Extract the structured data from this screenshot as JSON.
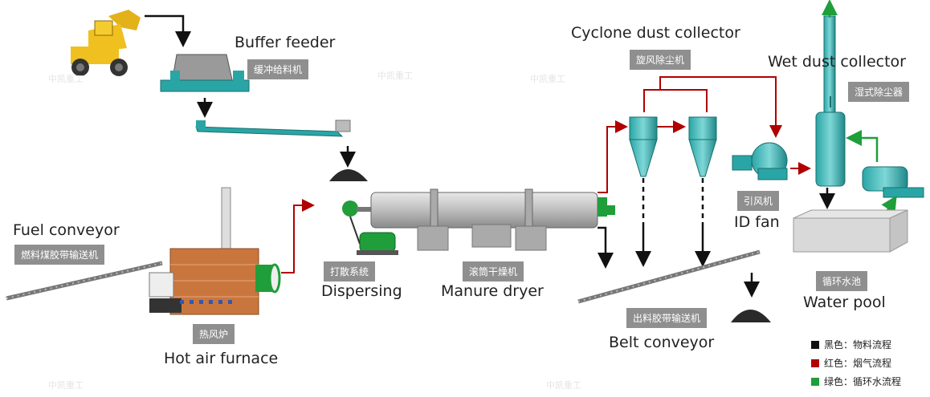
{
  "labels": {
    "buffer_feeder": {
      "en": "Buffer feeder",
      "cn": "缓冲给料机"
    },
    "cyclone": {
      "en": "Cyclone dust collector",
      "cn": "旋风除尘机"
    },
    "wet_dust": {
      "en": "Wet dust collector",
      "cn": "湿式除尘器"
    },
    "fuel_conveyor": {
      "en": "Fuel conveyor",
      "cn": "燃料煤胶带输送机"
    },
    "id_fan": {
      "en": "ID fan",
      "cn": "引风机"
    },
    "dispersing": {
      "en": "Dispersing",
      "cn": "打散系统"
    },
    "dryer": {
      "en": "Manure dryer",
      "cn": "滚筒干燥机"
    },
    "water_pool": {
      "en": "Water pool",
      "cn": "循环水池"
    },
    "belt_conveyor": {
      "en": "Belt conveyor",
      "cn": "出料胶带输送机"
    },
    "furnace": {
      "en": "Hot air furnace",
      "cn": "热风炉"
    }
  },
  "legend": [
    {
      "color": "#111111",
      "text": "黑色：物料流程"
    },
    {
      "color": "#b00000",
      "text": "红色：烟气流程"
    },
    {
      "color": "#1f9e3a",
      "text": "绿色：循环水流程"
    }
  ],
  "watermark": "中凯重工"
}
